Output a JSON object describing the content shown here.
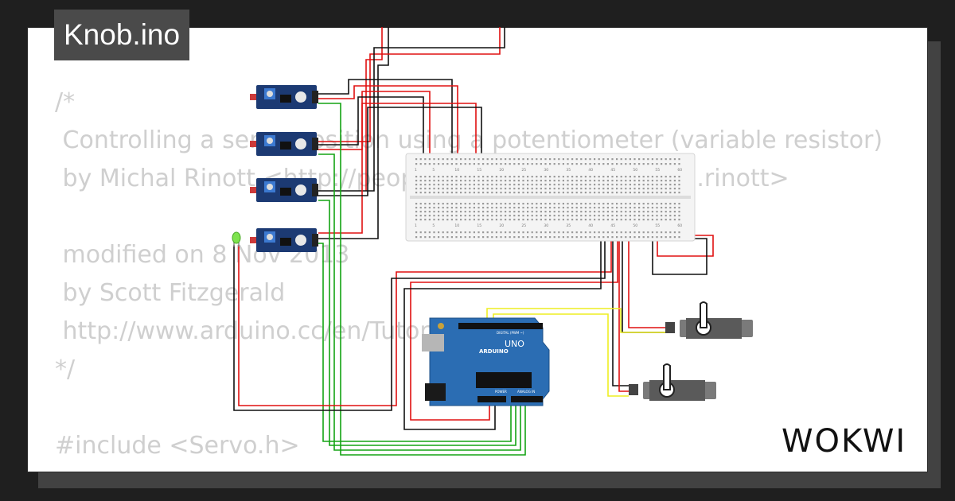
{
  "project": {
    "title": "Knob.ino"
  },
  "code_lines": [
    "/*",
    " Controlling a servo position using a potentiometer (variable resistor)",
    " by Michal Rinott <http://people.interaction-ivrea.it/m.rinott>",
    "",
    " modified on 8 Nov 2013",
    " by Scott Fitzgerald",
    " http://www.arduino.cc/en/Tutorial/Knob",
    "*/",
    "",
    "#include <Servo.h>"
  ],
  "board": {
    "brand": "ARDUINO",
    "model": "UNO",
    "header_digital": "DIGITAL (PWM ~)",
    "header_power": "POWER",
    "header_analog": "ANALOG IN"
  },
  "breadboard": {
    "columns": [
      "1",
      "5",
      "10",
      "15",
      "20",
      "25",
      "30",
      "35",
      "40",
      "45",
      "50",
      "55",
      "60"
    ]
  },
  "brand_logo": "WOKWI",
  "colors": {
    "wire_red": "#e01010",
    "wire_black": "#111111",
    "wire_green": "#13a313",
    "wire_yellow": "#eeee22",
    "board_blue": "#2b6db3"
  }
}
